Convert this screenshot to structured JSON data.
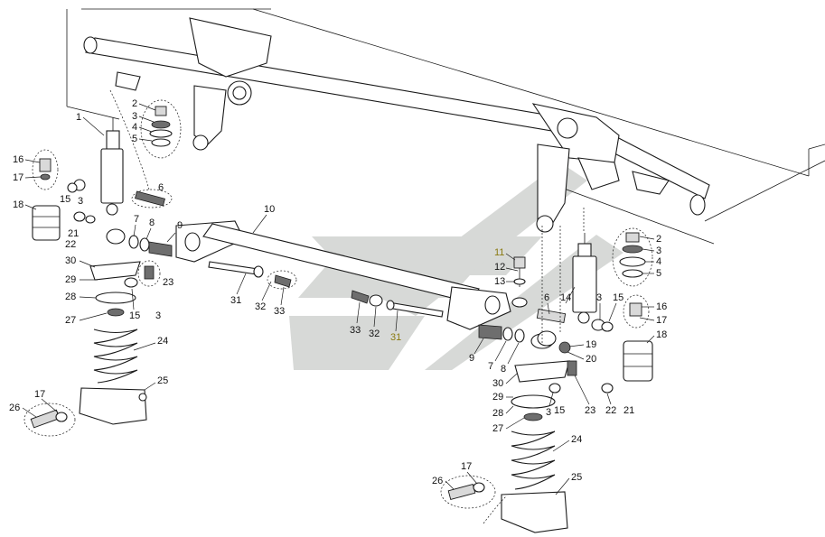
{
  "diagram": {
    "watermark_color": "#d7d9d7",
    "callouts": [
      "1",
      "2",
      "3",
      "4",
      "5",
      "6",
      "7",
      "8",
      "9",
      "10",
      "11",
      "12",
      "13",
      "14",
      "15",
      "16",
      "17",
      "18",
      "19",
      "20",
      "21",
      "22",
      "23",
      "24",
      "25",
      "26",
      "27",
      "28",
      "29",
      "30",
      "31",
      "32",
      "33"
    ],
    "left_labels": {
      "l1": "1",
      "l2": "2",
      "l3": "3",
      "l4": "4",
      "l5": "5",
      "l6": "6",
      "l7": "7",
      "l8": "8",
      "l9": "9",
      "l10": "10",
      "l15a": "15",
      "l3a": "3",
      "l16": "16",
      "l17": "17",
      "l18": "18",
      "l21": "21",
      "l22": "22",
      "l30": "30",
      "l29": "29",
      "l28": "28",
      "l27": "27",
      "l23": "23",
      "l15b": "15",
      "l3b": "3",
      "l24": "24",
      "l25": "25",
      "l26": "26",
      "l17b": "17",
      "l31": "31",
      "l32": "32",
      "l33": "33"
    },
    "right_labels": {
      "r11": "11",
      "r12": "12",
      "r13": "13",
      "r33": "33",
      "r32": "32",
      "r31": "31",
      "r9": "9",
      "r7": "7",
      "r8": "8",
      "r6": "6",
      "r14": "14",
      "r3": "3",
      "r15": "15",
      "r16": "16",
      "r17": "17",
      "r2": "2",
      "r3b": "3",
      "r4": "4",
      "r5": "5",
      "r18": "18",
      "r19": "19",
      "r20": "20",
      "r30": "30",
      "r29": "29",
      "r28": "28",
      "r27": "27",
      "r3c": "3",
      "r15b": "15",
      "r23": "23",
      "r22": "22",
      "r21": "21",
      "r24": "24",
      "r25": "25",
      "r26": "26",
      "r17b": "17"
    }
  }
}
